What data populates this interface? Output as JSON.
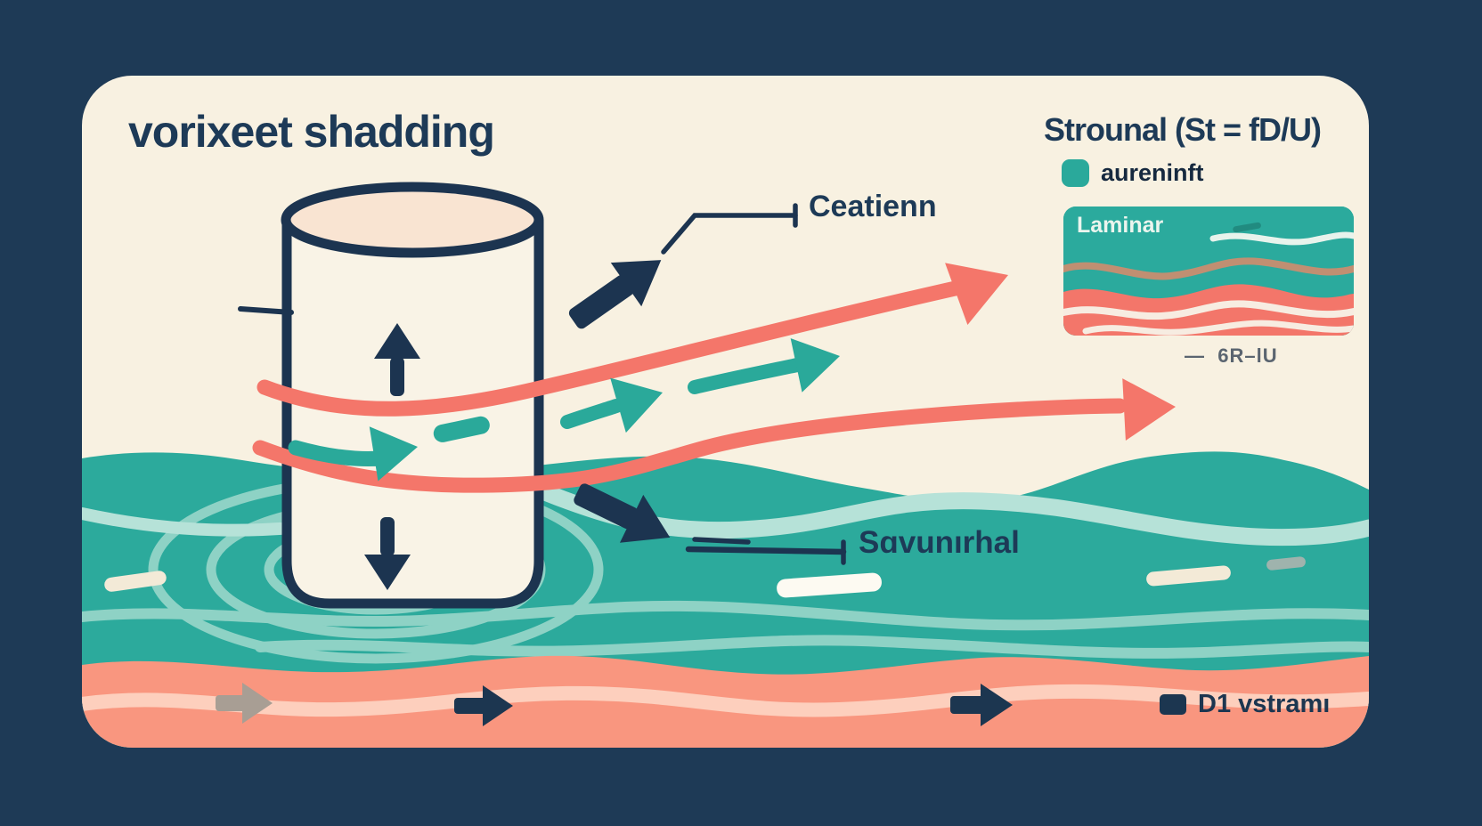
{
  "card": {
    "title": "vorixeet shadding",
    "strouhal_title": "Strounal (St = fD/U)",
    "legend_top": {
      "label": "aureninft",
      "swatch_color": "#2aa99b"
    },
    "inset": {
      "label": "Laminar",
      "caption": "—  6R–lU"
    },
    "labels": {
      "upper": "Ceatienn",
      "lower": "Sɑvunırhal"
    },
    "legend_bottom": {
      "label": "D1 vstramı",
      "swatch_color": "#1c3650"
    }
  },
  "colors": {
    "background_navy": "#1e3a56",
    "card_cream": "#f8f1e1",
    "ink_navy": "#1c3650",
    "water_teal": "#2caa9c",
    "ripple_light_teal": "#8ed2c5",
    "streak_pale_teal": "#b6e2d8",
    "coral_line": "#f4766a",
    "salmon_band": "#f9967f",
    "pink_wave": "#fdcfbd",
    "cylinder_top_peach": "#f9e4d2",
    "gray_arrow": "#a89e94",
    "inset_tan_wave": "#c08f72"
  }
}
